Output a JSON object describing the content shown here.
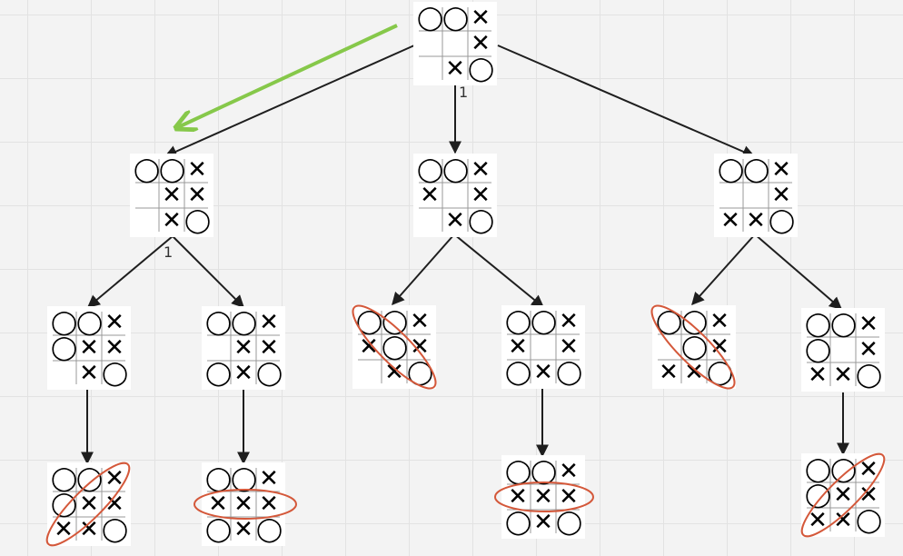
{
  "symbols": {
    "O": "◯",
    "X": "✕"
  },
  "colors": {
    "arrow": "#1e1e1e",
    "highlight_arrow": "#86c84a",
    "win_ellipse": "#d4583a",
    "grid_line": "#999999"
  },
  "boards": [
    {
      "id": "root",
      "cells": [
        "O",
        "O",
        "X",
        "",
        "",
        "X",
        "",
        "X",
        "O"
      ]
    },
    {
      "id": "l1-a",
      "cells": [
        "O",
        "O",
        "X",
        "",
        "X",
        "X",
        "",
        "X",
        "O"
      ]
    },
    {
      "id": "l1-b",
      "cells": [
        "O",
        "O",
        "X",
        "X",
        "",
        "X",
        "",
        "X",
        "O"
      ]
    },
    {
      "id": "l1-c",
      "cells": [
        "O",
        "O",
        "X",
        "",
        "",
        "X",
        "X",
        "X",
        "O"
      ]
    },
    {
      "id": "l2-a",
      "cells": [
        "O",
        "O",
        "X",
        "O",
        "X",
        "X",
        "",
        "X",
        "O"
      ]
    },
    {
      "id": "l2-b",
      "cells": [
        "O",
        "O",
        "X",
        "",
        "X",
        "X",
        "O",
        "X",
        "O"
      ]
    },
    {
      "id": "l2-c",
      "cells": [
        "O",
        "O",
        "X",
        "X",
        "O",
        "X",
        "",
        "X",
        "O"
      ]
    },
    {
      "id": "l2-d",
      "cells": [
        "O",
        "O",
        "X",
        "X",
        "",
        "X",
        "O",
        "X",
        "O"
      ]
    },
    {
      "id": "l2-e",
      "cells": [
        "O",
        "O",
        "X",
        "",
        "O",
        "X",
        "X",
        "X",
        "O"
      ]
    },
    {
      "id": "l2-f",
      "cells": [
        "O",
        "O",
        "X",
        "O",
        "",
        "X",
        "X",
        "X",
        "O"
      ]
    },
    {
      "id": "l3-a",
      "cells": [
        "O",
        "O",
        "X",
        "O",
        "X",
        "X",
        "X",
        "X",
        "O"
      ]
    },
    {
      "id": "l3-b",
      "cells": [
        "O",
        "O",
        "X",
        "X",
        "X",
        "X",
        "O",
        "X",
        "O"
      ]
    },
    {
      "id": "l3-d",
      "cells": [
        "O",
        "O",
        "X",
        "X",
        "X",
        "X",
        "O",
        "X",
        "O"
      ]
    },
    {
      "id": "l3-f",
      "cells": [
        "O",
        "O",
        "X",
        "O",
        "X",
        "X",
        "X",
        "X",
        "O"
      ]
    }
  ],
  "edge_labels": [
    {
      "id": "root-to-l1-b",
      "text": "1"
    },
    {
      "id": "l1-a-to-l2",
      "text": "1"
    }
  ]
}
